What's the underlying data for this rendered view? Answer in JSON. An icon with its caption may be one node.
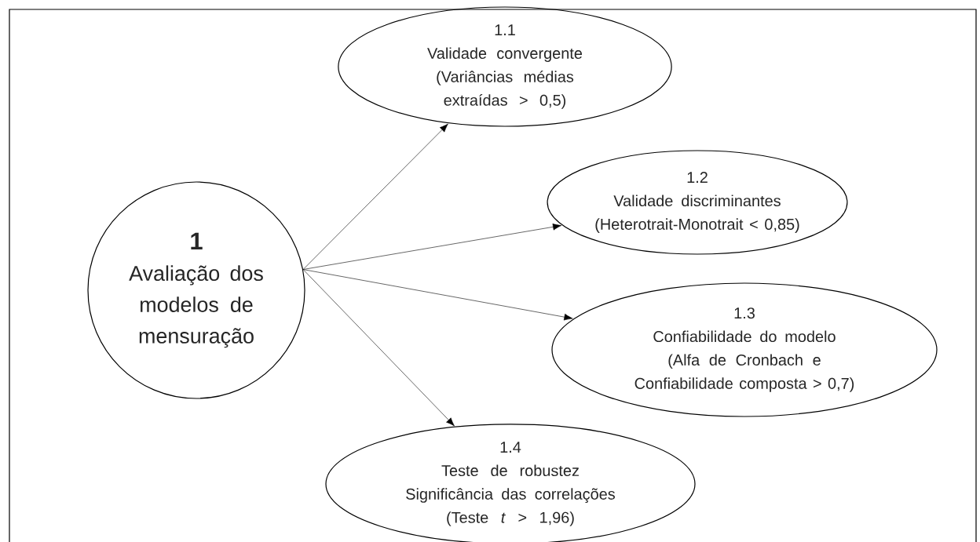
{
  "diagram": {
    "nodes": [
      {
        "text": [
          "**1**",
          "Avaliação dos modelos de mensuração"
        ]
      },
      {
        "text": [
          "1.1",
          "Validade convergente",
          "(Variâncias médias extraídas > 0,5)"
        ]
      },
      {
        "text": [
          "1.2",
          "Validade discriminantes",
          "(Heterotrait-Monotrait < 0,85)"
        ]
      },
      {
        "text": [
          "1.3",
          "Confiabilidade do modelo",
          "(Alfa de Cronbach e Confiabilidade composta > 0,7)"
        ]
      },
      {
        "text": [
          "1.4",
          "Teste de robustez",
          "Significância das correlações",
          "(Teste *t* > 1,96)"
        ]
      }
    ],
    "edges": [
      {
        "from": 0,
        "to": 1,
        "arrow": "to"
      },
      {
        "from": 0,
        "to": 2,
        "arrow": "to"
      },
      {
        "from": 0,
        "to": 3,
        "arrow": "to"
      },
      {
        "from": 0,
        "to": 4,
        "arrow": "to"
      }
    ]
  }
}
